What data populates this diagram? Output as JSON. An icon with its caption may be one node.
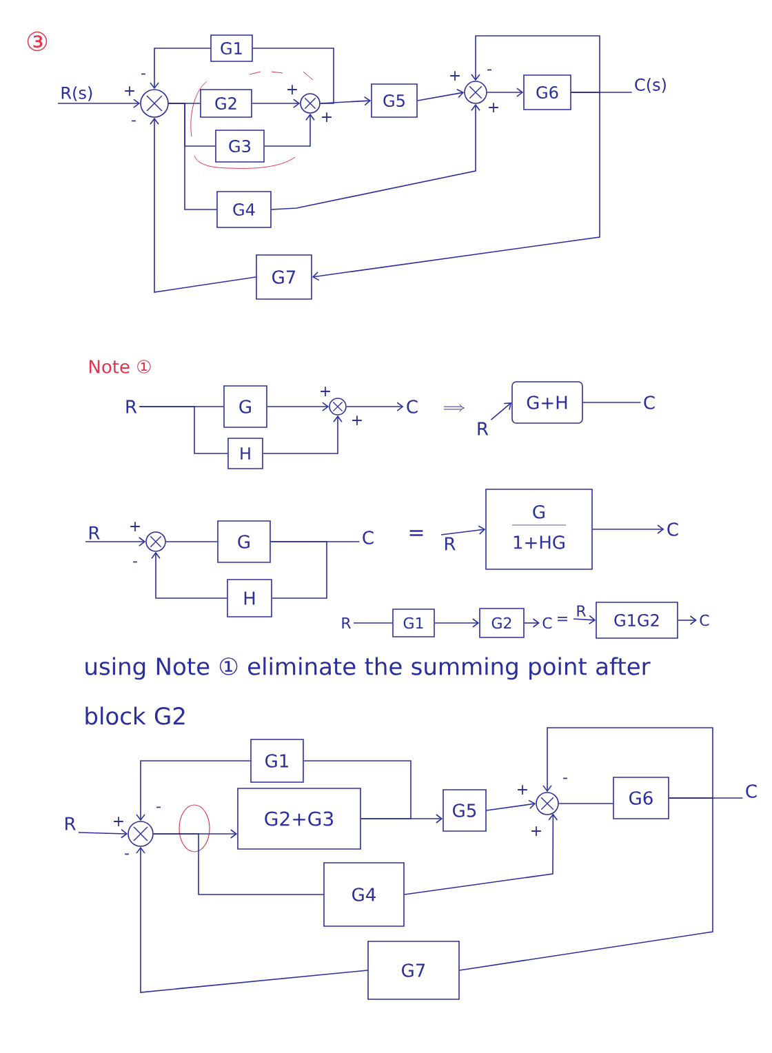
{
  "diagram": {
    "nodes": [
      {
        "text": [
          "R(s)"
        ]
      },
      {
        "text": [],
        "shape": "circle",
        "beside": [
          "+",
          "-",
          "-"
        ]
      },
      {
        "text": [
          "G1"
        ]
      },
      {
        "text": [
          "G2"
        ]
      },
      {
        "text": [],
        "shape": "circle",
        "beside": [
          "+",
          "+"
        ]
      },
      {
        "text": [
          "G3"
        ]
      },
      {
        "text": [
          "G4"
        ]
      },
      {
        "text": [
          "G5"
        ]
      },
      {
        "text": [],
        "shape": "circle",
        "beside": [
          "+",
          "-",
          "+"
        ]
      },
      {
        "text": [
          "G6"
        ]
      },
      {
        "text": [
          "C(s)"
        ]
      },
      {
        "text": [
          "G7"
        ]
      },
      {
        "text": [
          "R"
        ]
      },
      {
        "text": [
          "G"
        ]
      },
      {
        "text": [
          "H"
        ]
      },
      {
        "text": [],
        "shape": "circle",
        "beside": [
          "+",
          "+"
        ]
      },
      {
        "text": [
          "C"
        ]
      },
      {
        "text": [
          "R"
        ]
      },
      {
        "text": [
          "G+H"
        ]
      },
      {
        "text": [
          "C"
        ]
      },
      {
        "text": [
          "R"
        ]
      },
      {
        "text": [],
        "shape": "circle",
        "beside": [
          "+",
          "-"
        ]
      },
      {
        "text": [
          "G"
        ]
      },
      {
        "text": [
          "C"
        ]
      },
      {
        "text": [
          "H"
        ]
      },
      {
        "text": [
          "R"
        ]
      },
      {
        "text": [
          "G",
          "1+HG"
        ]
      },
      {
        "text": [
          "C"
        ]
      },
      {
        "text": [
          "R"
        ]
      },
      {
        "text": [
          "G1"
        ]
      },
      {
        "text": [
          "G2"
        ]
      },
      {
        "text": [
          "C"
        ]
      },
      {
        "text": [
          "R"
        ]
      },
      {
        "text": [
          "G1G2"
        ]
      },
      {
        "text": [
          "C"
        ]
      },
      {
        "text": [
          "R"
        ]
      },
      {
        "text": [],
        "shape": "circle",
        "beside": [
          "+",
          "-",
          "-"
        ]
      },
      {
        "text": [
          "G1"
        ]
      },
      {
        "text": [
          "G2+G3"
        ]
      },
      {
        "text": [
          "G4"
        ]
      },
      {
        "text": [
          "G5"
        ]
      },
      {
        "text": [],
        "shape": "circle",
        "beside": [
          "+",
          "-",
          "+"
        ]
      },
      {
        "text": [
          "G6"
        ]
      },
      {
        "text": [
          "C"
        ]
      },
      {
        "text": [
          "G7"
        ]
      }
    ],
    "edges": [
      {
        "from": 0,
        "to": 1,
        "arrow": "to"
      },
      {
        "from": 1,
        "to": 3,
        "arrow": "none"
      },
      {
        "from": 1,
        "to": 5,
        "arrow": "none"
      },
      {
        "from": 1,
        "to": 6,
        "arrow": "none"
      },
      {
        "from": 3,
        "to": 4,
        "arrow": "to"
      },
      {
        "from": 5,
        "to": 4,
        "arrow": "to"
      },
      {
        "from": 6,
        "to": 8,
        "arrow": "to"
      },
      {
        "from": 4,
        "to": 7,
        "arrow": "to"
      },
      {
        "from": 4,
        "to": 2,
        "arrow": "none"
      },
      {
        "from": 2,
        "to": 1,
        "arrow": "to"
      },
      {
        "from": 7,
        "to": 8,
        "arrow": "to"
      },
      {
        "from": 8,
        "to": 9,
        "arrow": "to"
      },
      {
        "from": 9,
        "to": 10,
        "arrow": "none"
      },
      {
        "from": 9,
        "to": 8,
        "arrow": "to"
      },
      {
        "from": 9,
        "to": 11,
        "arrow": "to"
      },
      {
        "from": 11,
        "to": 1,
        "arrow": "to"
      },
      {
        "from": 12,
        "to": 13,
        "arrow": "none"
      },
      {
        "from": 12,
        "to": 14,
        "arrow": "none"
      },
      {
        "from": 13,
        "to": 15,
        "arrow": "to"
      },
      {
        "from": 14,
        "to": 15,
        "arrow": "to"
      },
      {
        "from": 15,
        "to": 16,
        "arrow": "to"
      },
      {
        "from": 17,
        "to": 18,
        "arrow": "to"
      },
      {
        "from": 18,
        "to": 19,
        "arrow": "none"
      },
      {
        "from": 20,
        "to": 21,
        "arrow": "to"
      },
      {
        "from": 21,
        "to": 22,
        "arrow": "none"
      },
      {
        "from": 22,
        "to": 23,
        "arrow": "none"
      },
      {
        "from": 22,
        "to": 24,
        "arrow": "none"
      },
      {
        "from": 24,
        "to": 21,
        "arrow": "to"
      },
      {
        "from": 25,
        "to": 26,
        "arrow": "to"
      },
      {
        "from": 26,
        "to": 27,
        "arrow": "to"
      },
      {
        "from": 28,
        "to": 29,
        "arrow": "none"
      },
      {
        "from": 29,
        "to": 30,
        "arrow": "to"
      },
      {
        "from": 30,
        "to": 31,
        "arrow": "to"
      },
      {
        "from": 32,
        "to": 33,
        "arrow": "to"
      },
      {
        "from": 33,
        "to": 34,
        "arrow": "to"
      },
      {
        "from": 35,
        "to": 36,
        "arrow": "to"
      },
      {
        "from": 36,
        "to": 38,
        "arrow": "to"
      },
      {
        "from": 36,
        "to": 39,
        "arrow": "none"
      },
      {
        "from": 38,
        "to": 40,
        "arrow": "to"
      },
      {
        "from": 38,
        "to": 37,
        "arrow": "none"
      },
      {
        "from": 37,
        "to": 36,
        "arrow": "to"
      },
      {
        "from": 39,
        "to": 41,
        "arrow": "to"
      },
      {
        "from": 40,
        "to": 41,
        "arrow": "to"
      },
      {
        "from": 41,
        "to": 42,
        "arrow": "none"
      },
      {
        "from": 42,
        "to": 43,
        "arrow": "none"
      },
      {
        "from": 42,
        "to": 41,
        "arrow": "to"
      },
      {
        "from": 42,
        "to": 44,
        "arrow": "none"
      },
      {
        "from": 44,
        "to": 36,
        "arrow": "to"
      }
    ],
    "labels": [
      "③",
      "Note ①",
      "=",
      "=",
      "using Note ① eliminate the summing point after block G2"
    ]
  }
}
